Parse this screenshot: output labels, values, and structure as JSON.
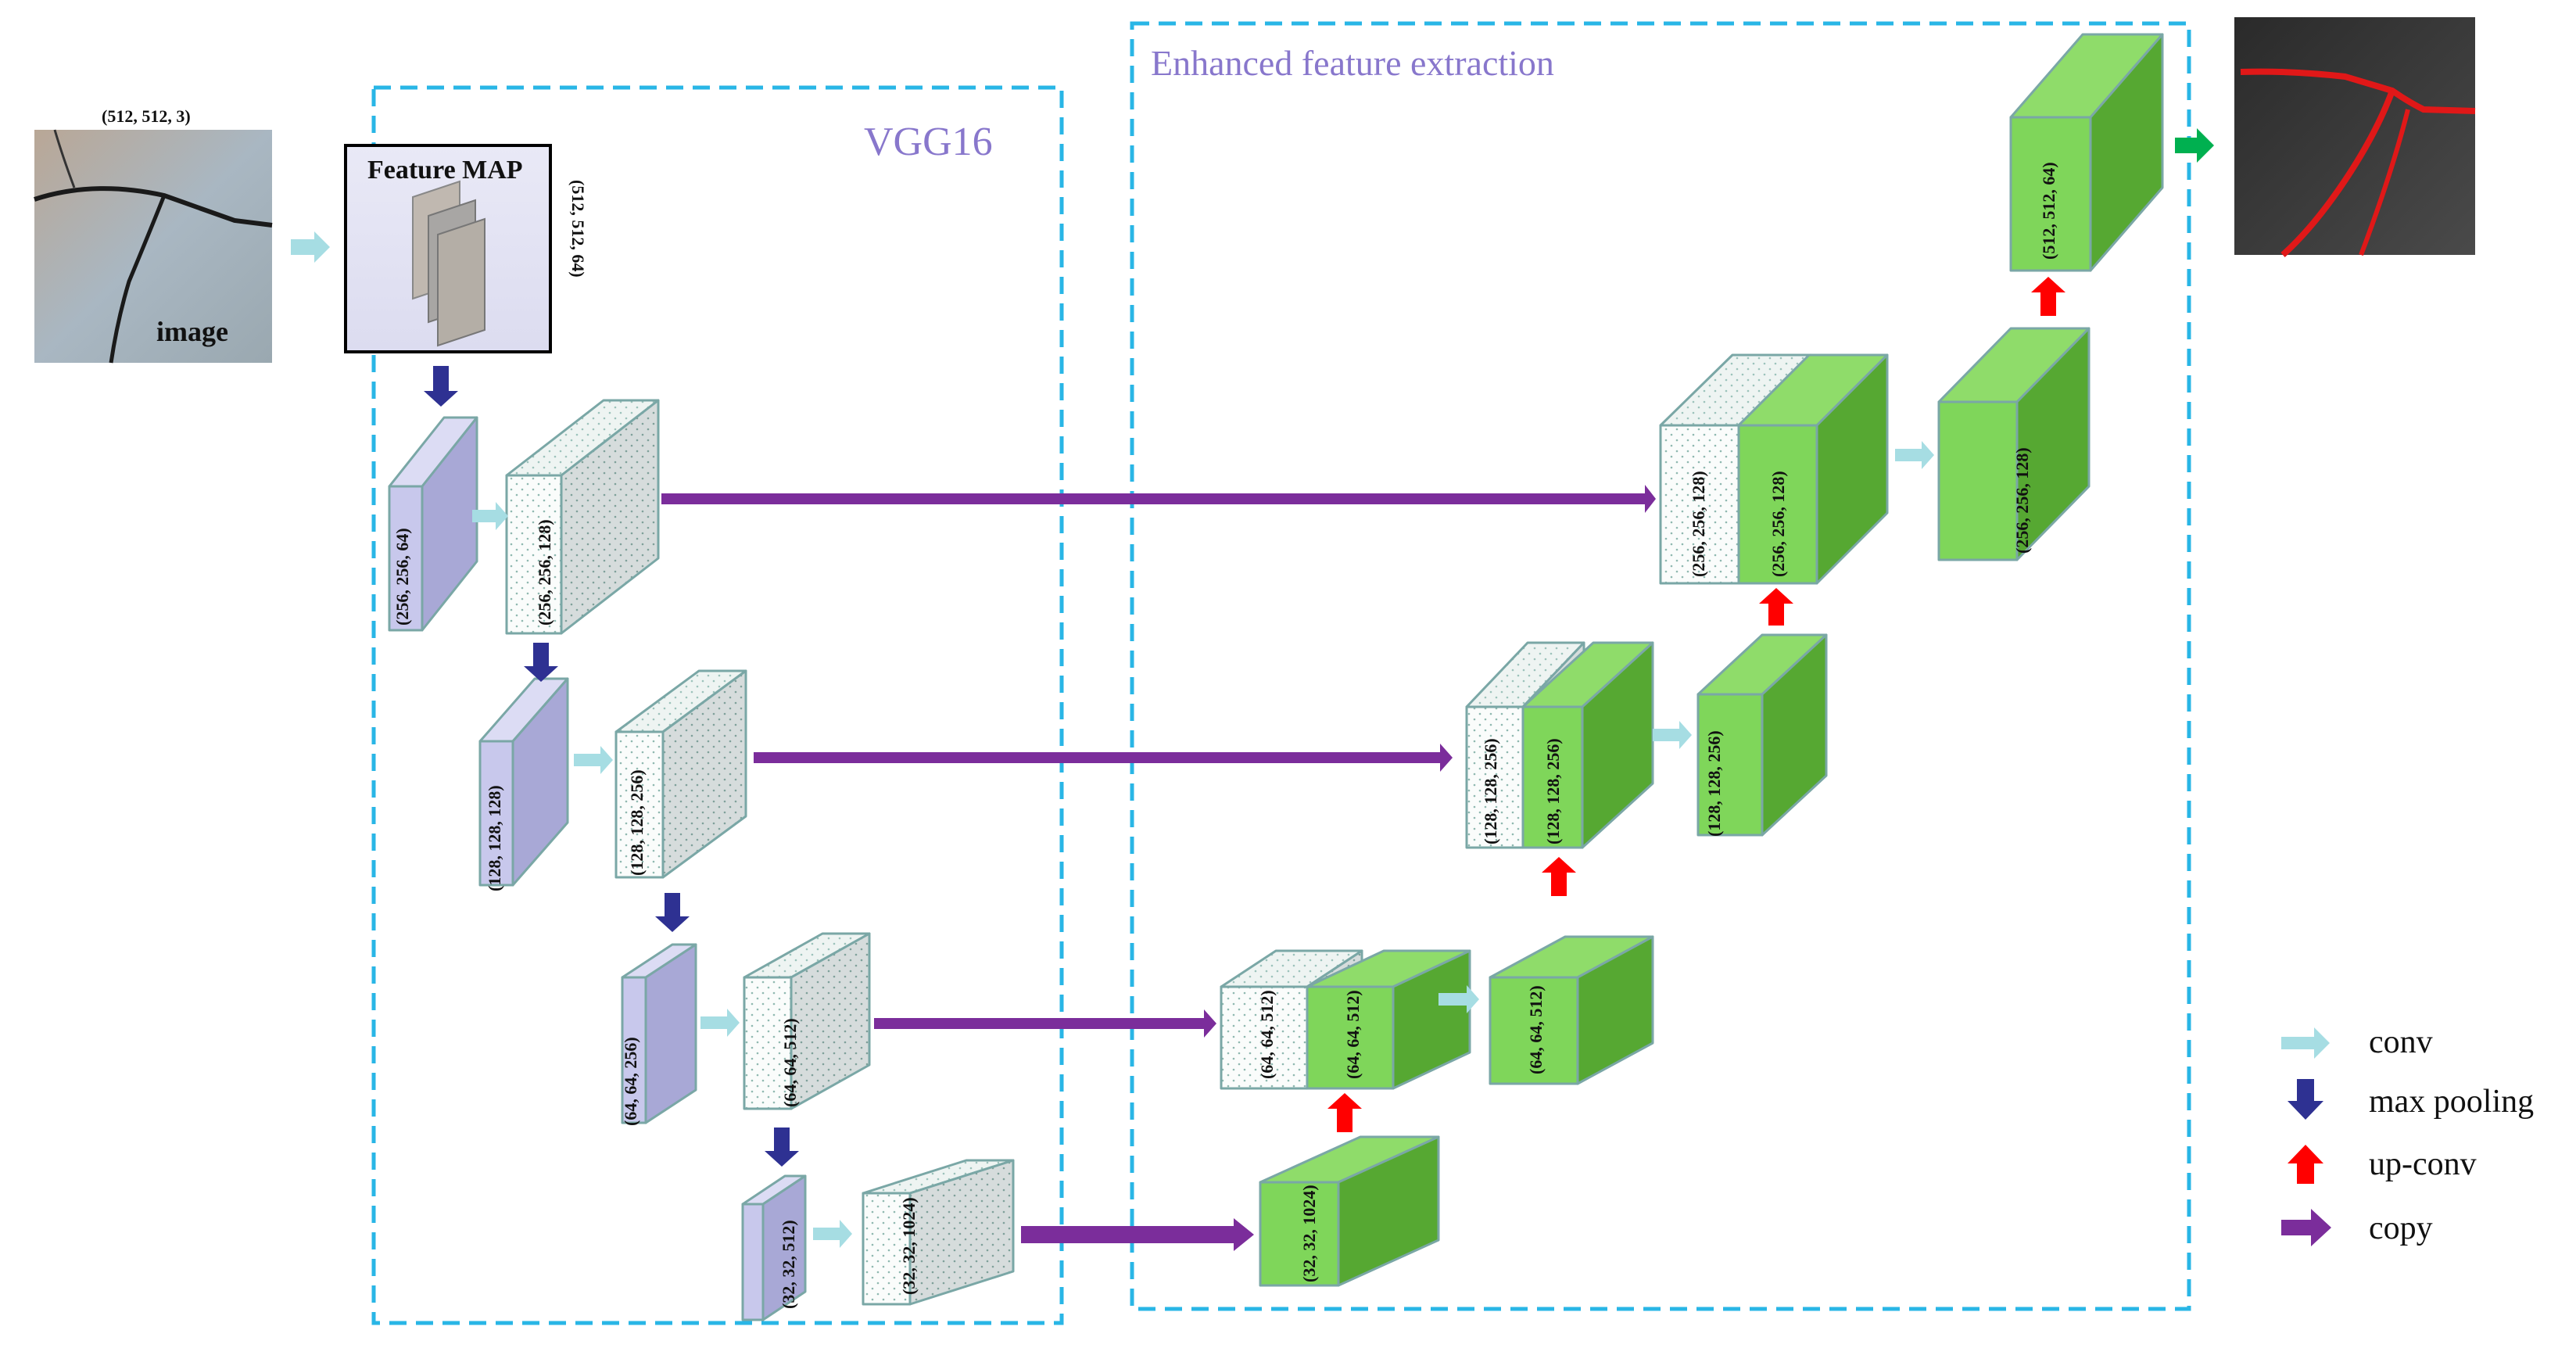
{
  "input": {
    "dims": "(512, 512, 3)",
    "label": "image"
  },
  "feature_map": {
    "title": "Feature MAP",
    "dims": "(512, 512, 64)"
  },
  "vgg_title": "VGG16",
  "efe_title": "Enhanced feature extraction",
  "encoder": {
    "stage1": {
      "pool": "(256, 256, 64)",
      "conv": "(256, 256, 128)"
    },
    "stage2": {
      "pool": "(128, 128, 128)",
      "conv": "(128, 128, 256)"
    },
    "stage3": {
      "pool": "(64, 64, 256)",
      "conv": "(64, 64, 512)"
    },
    "stage4": {
      "pool": "(32, 32, 512)",
      "conv": "(32, 32, 1024)"
    }
  },
  "decoder": {
    "bottom": "(32, 32, 1024)",
    "l3": {
      "copy": "(64, 64, 512)",
      "up": "(64, 64, 512)",
      "conv": "(64, 64, 512)"
    },
    "l2": {
      "copy": "(128, 128, 256)",
      "up": "(128, 128, 256)",
      "conv": "(128, 128, 256)"
    },
    "l1": {
      "copy": "(256, 256, 128)",
      "up": "(256, 256, 128)",
      "conv": "(256, 256, 128)"
    },
    "top": "(512, 512, 64)"
  },
  "legend": {
    "conv": "conv",
    "maxpool": "max pooling",
    "upconv": "up-conv",
    "copy": "copy"
  },
  "colors": {
    "dashed_box": "#29b6e6",
    "title": "#8877cc",
    "conv_arrow": "#a6dde3",
    "pool_arrow": "#2e3192",
    "upconv_arrow": "#ff0000",
    "copy_arrow": "#7b2d9b",
    "output_arrow": "#00b050",
    "green_front": "#7fd65a",
    "green_top": "#8fdc6a",
    "green_side": "#56a832",
    "lavender": "#c8c8ec"
  }
}
